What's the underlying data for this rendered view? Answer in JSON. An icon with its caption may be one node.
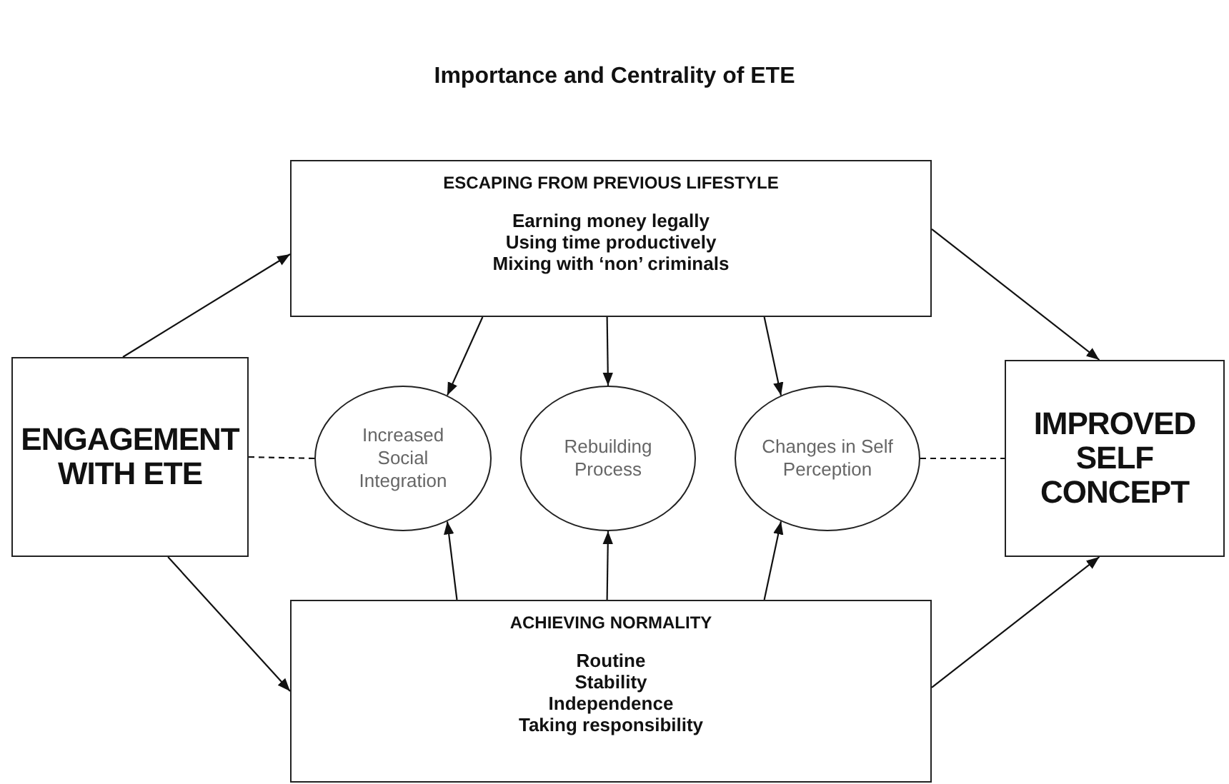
{
  "diagram": {
    "title": "Importance and Centrality of ETE",
    "nodes": [
      {
        "text": [
          "ESCAPING FROM PREVIOUS LIFESTYLE",
          "Earning money legally",
          "Using time productively",
          "Mixing with ‘non’ criminals"
        ]
      },
      {
        "text": [
          "ENGAGEMENT WITH ETE"
        ]
      },
      {
        "text": [
          "Increased Social Integration"
        ]
      },
      {
        "text": [
          "Rebuilding Process"
        ]
      },
      {
        "text": [
          "Changes in Self Perception"
        ]
      },
      {
        "text": [
          "IMPROVED SELF CONCEPT"
        ]
      },
      {
        "text": [
          "ACHIEVING NORMALITY",
          "Routine",
          "Stability",
          "Independence",
          "Taking responsibility"
        ]
      }
    ],
    "edges": [
      {
        "from": 1,
        "to": 0,
        "arrow": "to"
      },
      {
        "from": 1,
        "to": 6,
        "arrow": "to"
      },
      {
        "from": 0,
        "to": 5,
        "arrow": "to"
      },
      {
        "from": 6,
        "to": 5,
        "arrow": "to"
      },
      {
        "from": 0,
        "to": 2,
        "arrow": "to"
      },
      {
        "from": 0,
        "to": 3,
        "arrow": "to"
      },
      {
        "from": 0,
        "to": 4,
        "arrow": "to"
      },
      {
        "from": 6,
        "to": 2,
        "arrow": "to"
      },
      {
        "from": 6,
        "to": 3,
        "arrow": "to"
      },
      {
        "from": 6,
        "to": 4,
        "arrow": "to"
      },
      {
        "from": 1,
        "to": 2,
        "arrow": "none",
        "style": "dashed"
      },
      {
        "from": 4,
        "to": 5,
        "arrow": "none",
        "style": "dashed"
      }
    ]
  }
}
